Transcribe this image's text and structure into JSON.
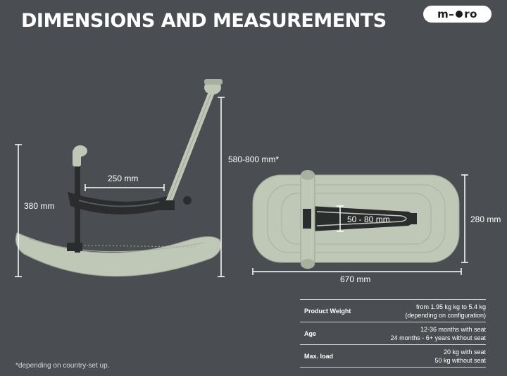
{
  "header": {
    "title": "DIMENSIONS AND MEASUREMENTS",
    "logo_text": "micro"
  },
  "side_view": {
    "height_label": "380 mm",
    "handle_height_label": "580-800 mm*",
    "seat_width_label": "250 mm"
  },
  "top_view": {
    "seat_width_label": "50 - 80 mm",
    "depth_label": "280 mm",
    "length_label": "670 mm"
  },
  "specs": [
    {
      "key": "Product Weight",
      "lines": [
        "from 1.95 kg kg to 5.4 kg",
        "(depending on configuration)"
      ]
    },
    {
      "key": "Age",
      "lines": [
        "12-36 months with seat",
        "24 months - 6+ years without seat"
      ]
    },
    {
      "key": "Max. load",
      "lines": [
        "20 kg with seat",
        "50 kg without seat"
      ]
    }
  ],
  "footnote": "*depending on country-set up.",
  "colors": {
    "background": "#4a4e53",
    "product_green": "#bfc8b6",
    "product_dark": "#2a2c2e",
    "text": "#ffffff"
  }
}
